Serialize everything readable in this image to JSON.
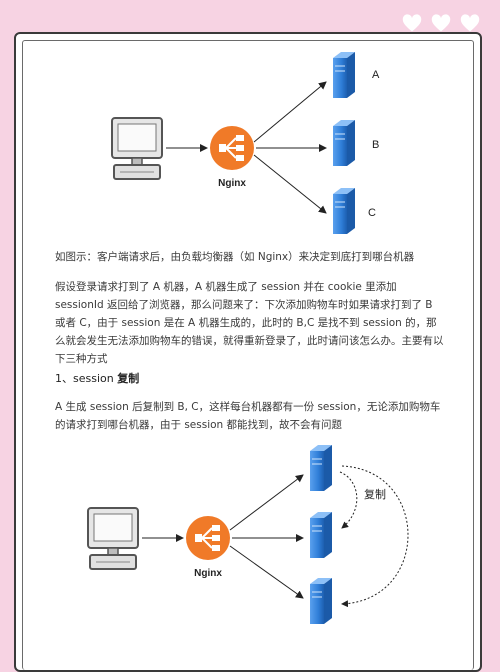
{
  "decor": {
    "background": "#f7d3e3",
    "heart_color": "#ffffff",
    "accent_orange": "#f07a28",
    "server_blue": "#2f7ed8"
  },
  "diagram1": {
    "balancer_label": "Nginx",
    "server_labels": [
      "A",
      "B",
      "C"
    ]
  },
  "text": {
    "caption": "如图示：客户端请求后，由负载均衡器（如 Nginx）来决定到底打到哪台机器",
    "para1": "假设登录请求打到了 A 机器，A 机器生成了 session 并在 cookie 里添加 sessionId 返回给了浏览器，那么问题来了：下次添加购物车时如果请求打到了 B 或者 C，由于 session 是在 A 机器生成的，此时的 B,C 是找不到 session 的，那么就会发生无法添加购物车的错误，就得重新登录了，此时请问该怎么办。主要有以下三种方式",
    "heading_prefix": "1、session ",
    "heading_bold": "复制",
    "para2": "A 生成 session 后复制到 B, C，这样每台机器都有一份 session，无论添加购物车的请求打到哪台机器，由于 session 都能找到，故不会有问题"
  },
  "diagram2": {
    "balancer_label": "Nginx",
    "replication_label": "复制"
  }
}
